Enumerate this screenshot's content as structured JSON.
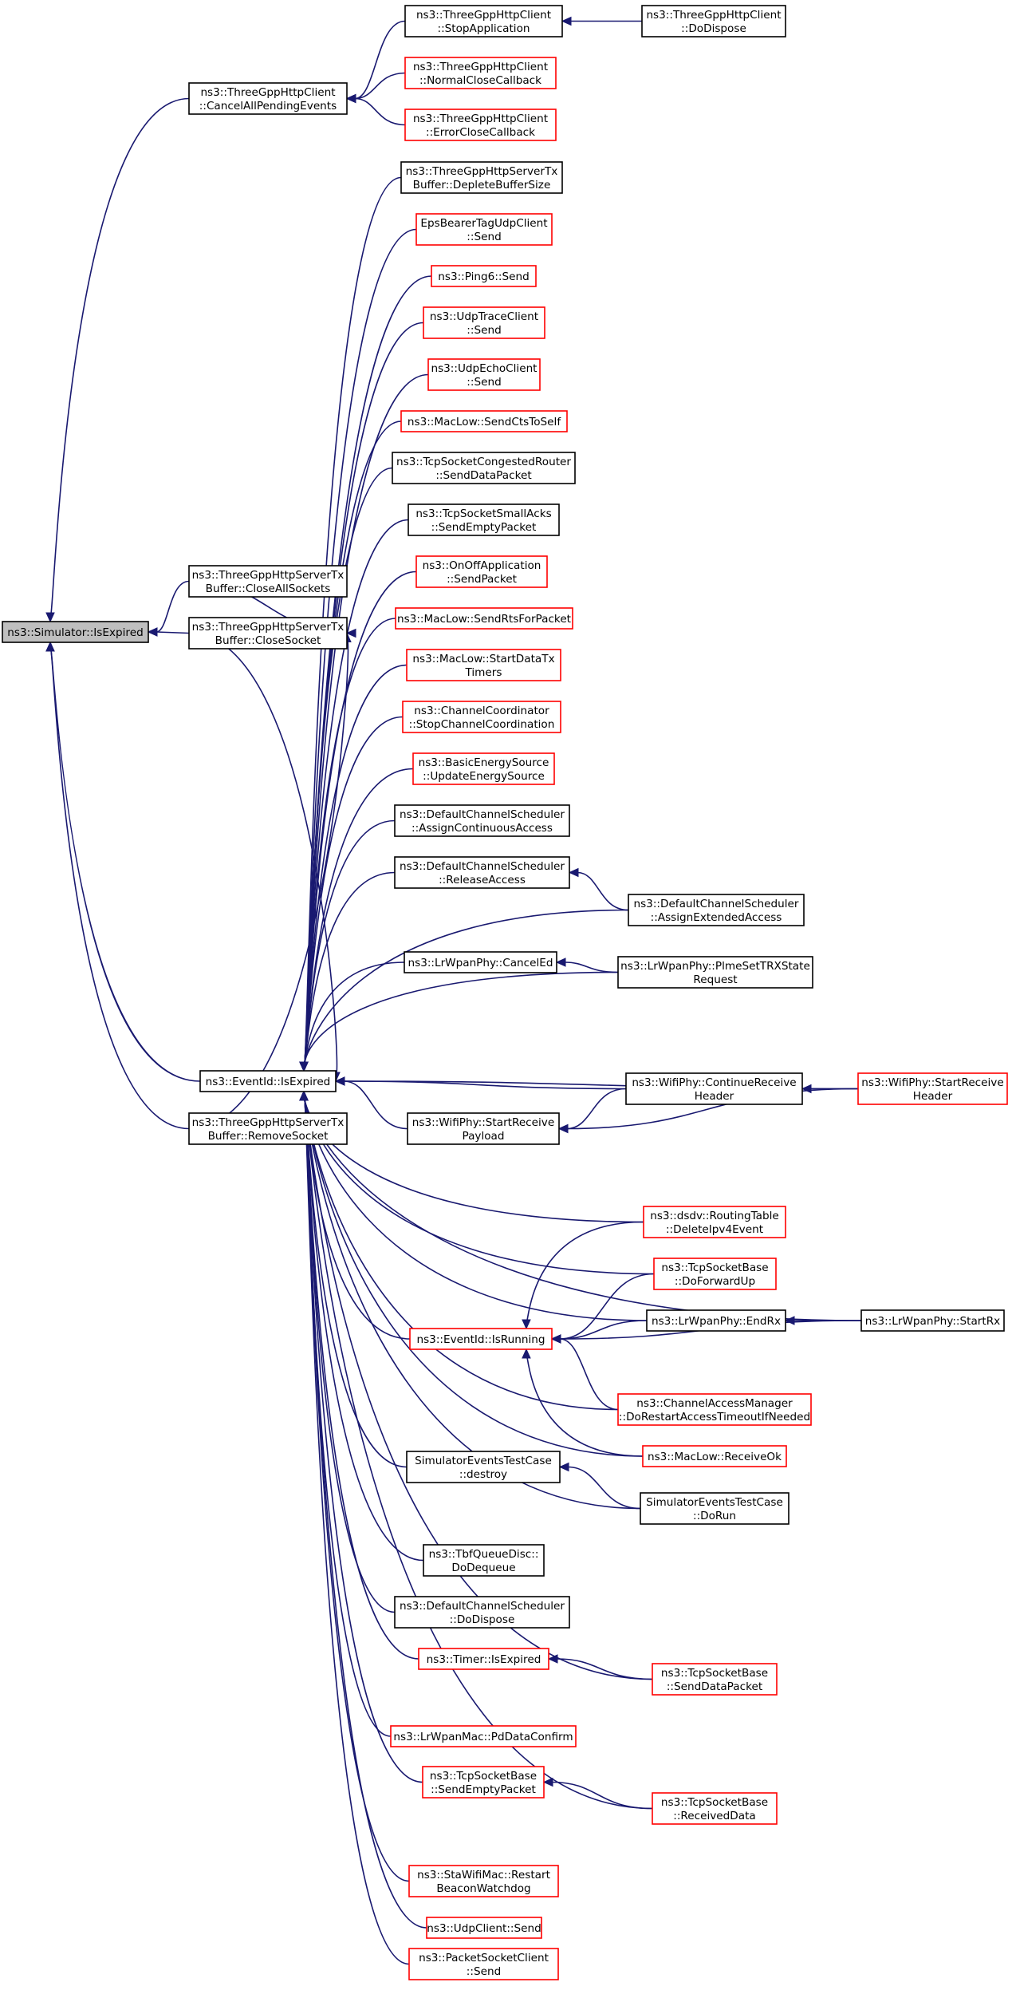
{
  "nodes": [
    {
      "id": "root",
      "lines": [
        "ns3::Simulator::IsExpired"
      ],
      "color": "root"
    },
    {
      "id": "cancelAll",
      "lines": [
        "ns3::ThreeGppHttpClient",
        "::CancelAllPendingEvents"
      ],
      "color": "black"
    },
    {
      "id": "stopApp",
      "lines": [
        "ns3::ThreeGppHttpClient",
        "::StopApplication"
      ],
      "color": "black"
    },
    {
      "id": "doDisposeHttp",
      "lines": [
        "ns3::ThreeGppHttpClient",
        "::DoDispose"
      ],
      "color": "black"
    },
    {
      "id": "normalClose",
      "lines": [
        "ns3::ThreeGppHttpClient",
        "::NormalCloseCallback"
      ],
      "color": "red"
    },
    {
      "id": "errorClose",
      "lines": [
        "ns3::ThreeGppHttpClient",
        "::ErrorCloseCallback"
      ],
      "color": "red"
    },
    {
      "id": "closeAll",
      "lines": [
        "ns3::ThreeGppHttpServerTx",
        "Buffer::CloseAllSockets"
      ],
      "color": "black"
    },
    {
      "id": "closeSocket",
      "lines": [
        "ns3::ThreeGppHttpServerTx",
        "Buffer::CloseSocket"
      ],
      "color": "black"
    },
    {
      "id": "removeSocket",
      "lines": [
        "ns3::ThreeGppHttpServerTx",
        "Buffer::RemoveSocket"
      ],
      "color": "black"
    },
    {
      "id": "eventId",
      "lines": [
        "ns3::EventId::IsExpired"
      ],
      "color": "black"
    },
    {
      "id": "deplete",
      "lines": [
        "ns3::ThreeGppHttpServerTx",
        "Buffer::DepleteBufferSize"
      ],
      "color": "black"
    },
    {
      "id": "epsBearer",
      "lines": [
        "EpsBearerTagUdpClient",
        "::Send"
      ],
      "color": "red"
    },
    {
      "id": "ping6",
      "lines": [
        "ns3::Ping6::Send"
      ],
      "color": "red"
    },
    {
      "id": "udpTrace",
      "lines": [
        "ns3::UdpTraceClient",
        "::Send"
      ],
      "color": "red"
    },
    {
      "id": "udpEcho",
      "lines": [
        "ns3::UdpEchoClient",
        "::Send"
      ],
      "color": "red"
    },
    {
      "id": "sendCts",
      "lines": [
        "ns3::MacLow::SendCtsToSelf"
      ],
      "color": "red"
    },
    {
      "id": "tcpCongested",
      "lines": [
        "ns3::TcpSocketCongestedRouter",
        "::SendDataPacket"
      ],
      "color": "black"
    },
    {
      "id": "tcpSmallAcks",
      "lines": [
        "ns3::TcpSocketSmallAcks",
        "::SendEmptyPacket"
      ],
      "color": "black"
    },
    {
      "id": "onOff",
      "lines": [
        "ns3::OnOffApplication",
        "::SendPacket"
      ],
      "color": "red"
    },
    {
      "id": "sendRts",
      "lines": [
        "ns3::MacLow::SendRtsForPacket"
      ],
      "color": "red"
    },
    {
      "id": "startDataTx",
      "lines": [
        "ns3::MacLow::StartDataTx",
        "Timers"
      ],
      "color": "red"
    },
    {
      "id": "channelCoord",
      "lines": [
        "ns3::ChannelCoordinator",
        "::StopChannelCoordination"
      ],
      "color": "red"
    },
    {
      "id": "basicEnergy",
      "lines": [
        "ns3::BasicEnergySource",
        "::UpdateEnergySource"
      ],
      "color": "red"
    },
    {
      "id": "assignCont",
      "lines": [
        "ns3::DefaultChannelScheduler",
        "::AssignContinuousAccess"
      ],
      "color": "black"
    },
    {
      "id": "releaseAccess",
      "lines": [
        "ns3::DefaultChannelScheduler",
        "::ReleaseAccess"
      ],
      "color": "black"
    },
    {
      "id": "assignExt",
      "lines": [
        "ns3::DefaultChannelScheduler",
        "::AssignExtendedAccess"
      ],
      "color": "black"
    },
    {
      "id": "cancelEd",
      "lines": [
        "ns3::LrWpanPhy::CancelEd"
      ],
      "color": "black"
    },
    {
      "id": "plmeSet",
      "lines": [
        "ns3::LrWpanPhy::PlmeSetTRXState",
        "Request"
      ],
      "color": "black"
    },
    {
      "id": "contRecv",
      "lines": [
        "ns3::WifiPhy::ContinueReceive",
        "Header"
      ],
      "color": "black"
    },
    {
      "id": "startRecvHdr",
      "lines": [
        "ns3::WifiPhy::StartReceive",
        "Header"
      ],
      "color": "red"
    },
    {
      "id": "startRecvPay",
      "lines": [
        "ns3::WifiPhy::StartReceive",
        "Payload"
      ],
      "color": "black"
    },
    {
      "id": "deleteIpv4",
      "lines": [
        "ns3::dsdv::RoutingTable",
        "::DeleteIpv4Event"
      ],
      "color": "red"
    },
    {
      "id": "doForwardUp",
      "lines": [
        "ns3::TcpSocketBase",
        "::DoForwardUp"
      ],
      "color": "red"
    },
    {
      "id": "endRx",
      "lines": [
        "ns3::LrWpanPhy::EndRx"
      ],
      "color": "black"
    },
    {
      "id": "startRx",
      "lines": [
        "ns3::LrWpanPhy::StartRx"
      ],
      "color": "black"
    },
    {
      "id": "isRunning",
      "lines": [
        "ns3::EventId::IsRunning"
      ],
      "color": "red"
    },
    {
      "id": "channelAccess",
      "lines": [
        "ns3::ChannelAccessManager",
        "::DoRestartAccessTimeoutIfNeeded"
      ],
      "color": "red"
    },
    {
      "id": "receiveOk",
      "lines": [
        "ns3::MacLow::ReceiveOk"
      ],
      "color": "red"
    },
    {
      "id": "simDestroy",
      "lines": [
        "SimulatorEventsTestCase",
        "::destroy"
      ],
      "color": "black"
    },
    {
      "id": "simDoRun",
      "lines": [
        "SimulatorEventsTestCase",
        "::DoRun"
      ],
      "color": "black"
    },
    {
      "id": "tbf",
      "lines": [
        "ns3::TbfQueueDisc::",
        "DoDequeue"
      ],
      "color": "black"
    },
    {
      "id": "dcsDispose",
      "lines": [
        "ns3::DefaultChannelScheduler",
        "::DoDispose"
      ],
      "color": "black"
    },
    {
      "id": "timerExpired",
      "lines": [
        "ns3::Timer::IsExpired"
      ],
      "color": "red"
    },
    {
      "id": "tcpSendData",
      "lines": [
        "ns3::TcpSocketBase",
        "::SendDataPacket"
      ],
      "color": "red"
    },
    {
      "id": "pdData",
      "lines": [
        "ns3::LrWpanMac::PdDataConfirm"
      ],
      "color": "red"
    },
    {
      "id": "tcpSendEmpty",
      "lines": [
        "ns3::TcpSocketBase",
        "::SendEmptyPacket"
      ],
      "color": "red"
    },
    {
      "id": "tcpRecvData",
      "lines": [
        "ns3::TcpSocketBase",
        "::ReceivedData"
      ],
      "color": "red"
    },
    {
      "id": "staWifi",
      "lines": [
        "ns3::StaWifiMac::Restart",
        "BeaconWatchdog"
      ],
      "color": "red"
    },
    {
      "id": "udpClient",
      "lines": [
        "ns3::UdpClient::Send"
      ],
      "color": "red"
    },
    {
      "id": "packetSocket",
      "lines": [
        "ns3::PacketSocketClient",
        "::Send"
      ],
      "color": "red"
    }
  ],
  "edges": [
    [
      "cancelAll",
      "root"
    ],
    [
      "closeAll",
      "root"
    ],
    [
      "closeSocket",
      "root"
    ],
    [
      "eventId",
      "root"
    ],
    [
      "removeSocket",
      "root"
    ],
    [
      "stopApp",
      "cancelAll"
    ],
    [
      "normalClose",
      "cancelAll"
    ],
    [
      "errorClose",
      "cancelAll"
    ],
    [
      "doDisposeHttp",
      "stopApp"
    ],
    [
      "closeAll",
      "closeSocket"
    ],
    [
      "removeSocket",
      "closeSocket"
    ],
    [
      "deplete",
      "eventId"
    ],
    [
      "epsBearer",
      "eventId"
    ],
    [
      "ping6",
      "eventId"
    ],
    [
      "udpTrace",
      "eventId"
    ],
    [
      "udpEcho",
      "eventId"
    ],
    [
      "sendCts",
      "eventId"
    ],
    [
      "tcpCongested",
      "eventId"
    ],
    [
      "tcpSmallAcks",
      "eventId"
    ],
    [
      "onOff",
      "eventId"
    ],
    [
      "sendRts",
      "eventId"
    ],
    [
      "startDataTx",
      "eventId"
    ],
    [
      "channelCoord",
      "eventId"
    ],
    [
      "basicEnergy",
      "eventId"
    ],
    [
      "assignCont",
      "eventId"
    ],
    [
      "releaseAccess",
      "eventId"
    ],
    [
      "assignExt",
      "eventId"
    ],
    [
      "cancelEd",
      "eventId"
    ],
    [
      "plmeSet",
      "eventId"
    ],
    [
      "startRecvHdr",
      "eventId"
    ],
    [
      "contRecv",
      "eventId"
    ],
    [
      "startRecvPay",
      "eventId"
    ],
    [
      "startRx",
      "eventId"
    ],
    [
      "deleteIpv4",
      "eventId"
    ],
    [
      "doForwardUp",
      "eventId"
    ],
    [
      "endRx",
      "eventId"
    ],
    [
      "isRunning",
      "eventId"
    ],
    [
      "channelAccess",
      "eventId"
    ],
    [
      "receiveOk",
      "eventId"
    ],
    [
      "simDestroy",
      "eventId"
    ],
    [
      "simDoRun",
      "eventId"
    ],
    [
      "tbf",
      "eventId"
    ],
    [
      "dcsDispose",
      "eventId"
    ],
    [
      "timerExpired",
      "eventId"
    ],
    [
      "tcpSendData",
      "eventId"
    ],
    [
      "pdData",
      "eventId"
    ],
    [
      "tcpSendEmpty",
      "eventId"
    ],
    [
      "tcpRecvData",
      "eventId"
    ],
    [
      "staWifi",
      "eventId"
    ],
    [
      "udpClient",
      "eventId"
    ],
    [
      "packetSocket",
      "eventId"
    ],
    [
      "closeSocket",
      "eventId"
    ],
    [
      "assignExt",
      "releaseAccess"
    ],
    [
      "plmeSet",
      "cancelEd"
    ],
    [
      "startRecvHdr",
      "contRecv"
    ],
    [
      "contRecv",
      "startRecvPay"
    ],
    [
      "startRecvHdr",
      "startRecvPay"
    ],
    [
      "startRx",
      "endRx"
    ],
    [
      "deleteIpv4",
      "isRunning"
    ],
    [
      "doForwardUp",
      "isRunning"
    ],
    [
      "endRx",
      "isRunning"
    ],
    [
      "startRx",
      "isRunning"
    ],
    [
      "channelAccess",
      "isRunning"
    ],
    [
      "receiveOk",
      "isRunning"
    ],
    [
      "simDoRun",
      "simDestroy"
    ],
    [
      "tcpSendData",
      "timerExpired"
    ],
    [
      "tcpRecvData",
      "tcpSendEmpty"
    ]
  ]
}
